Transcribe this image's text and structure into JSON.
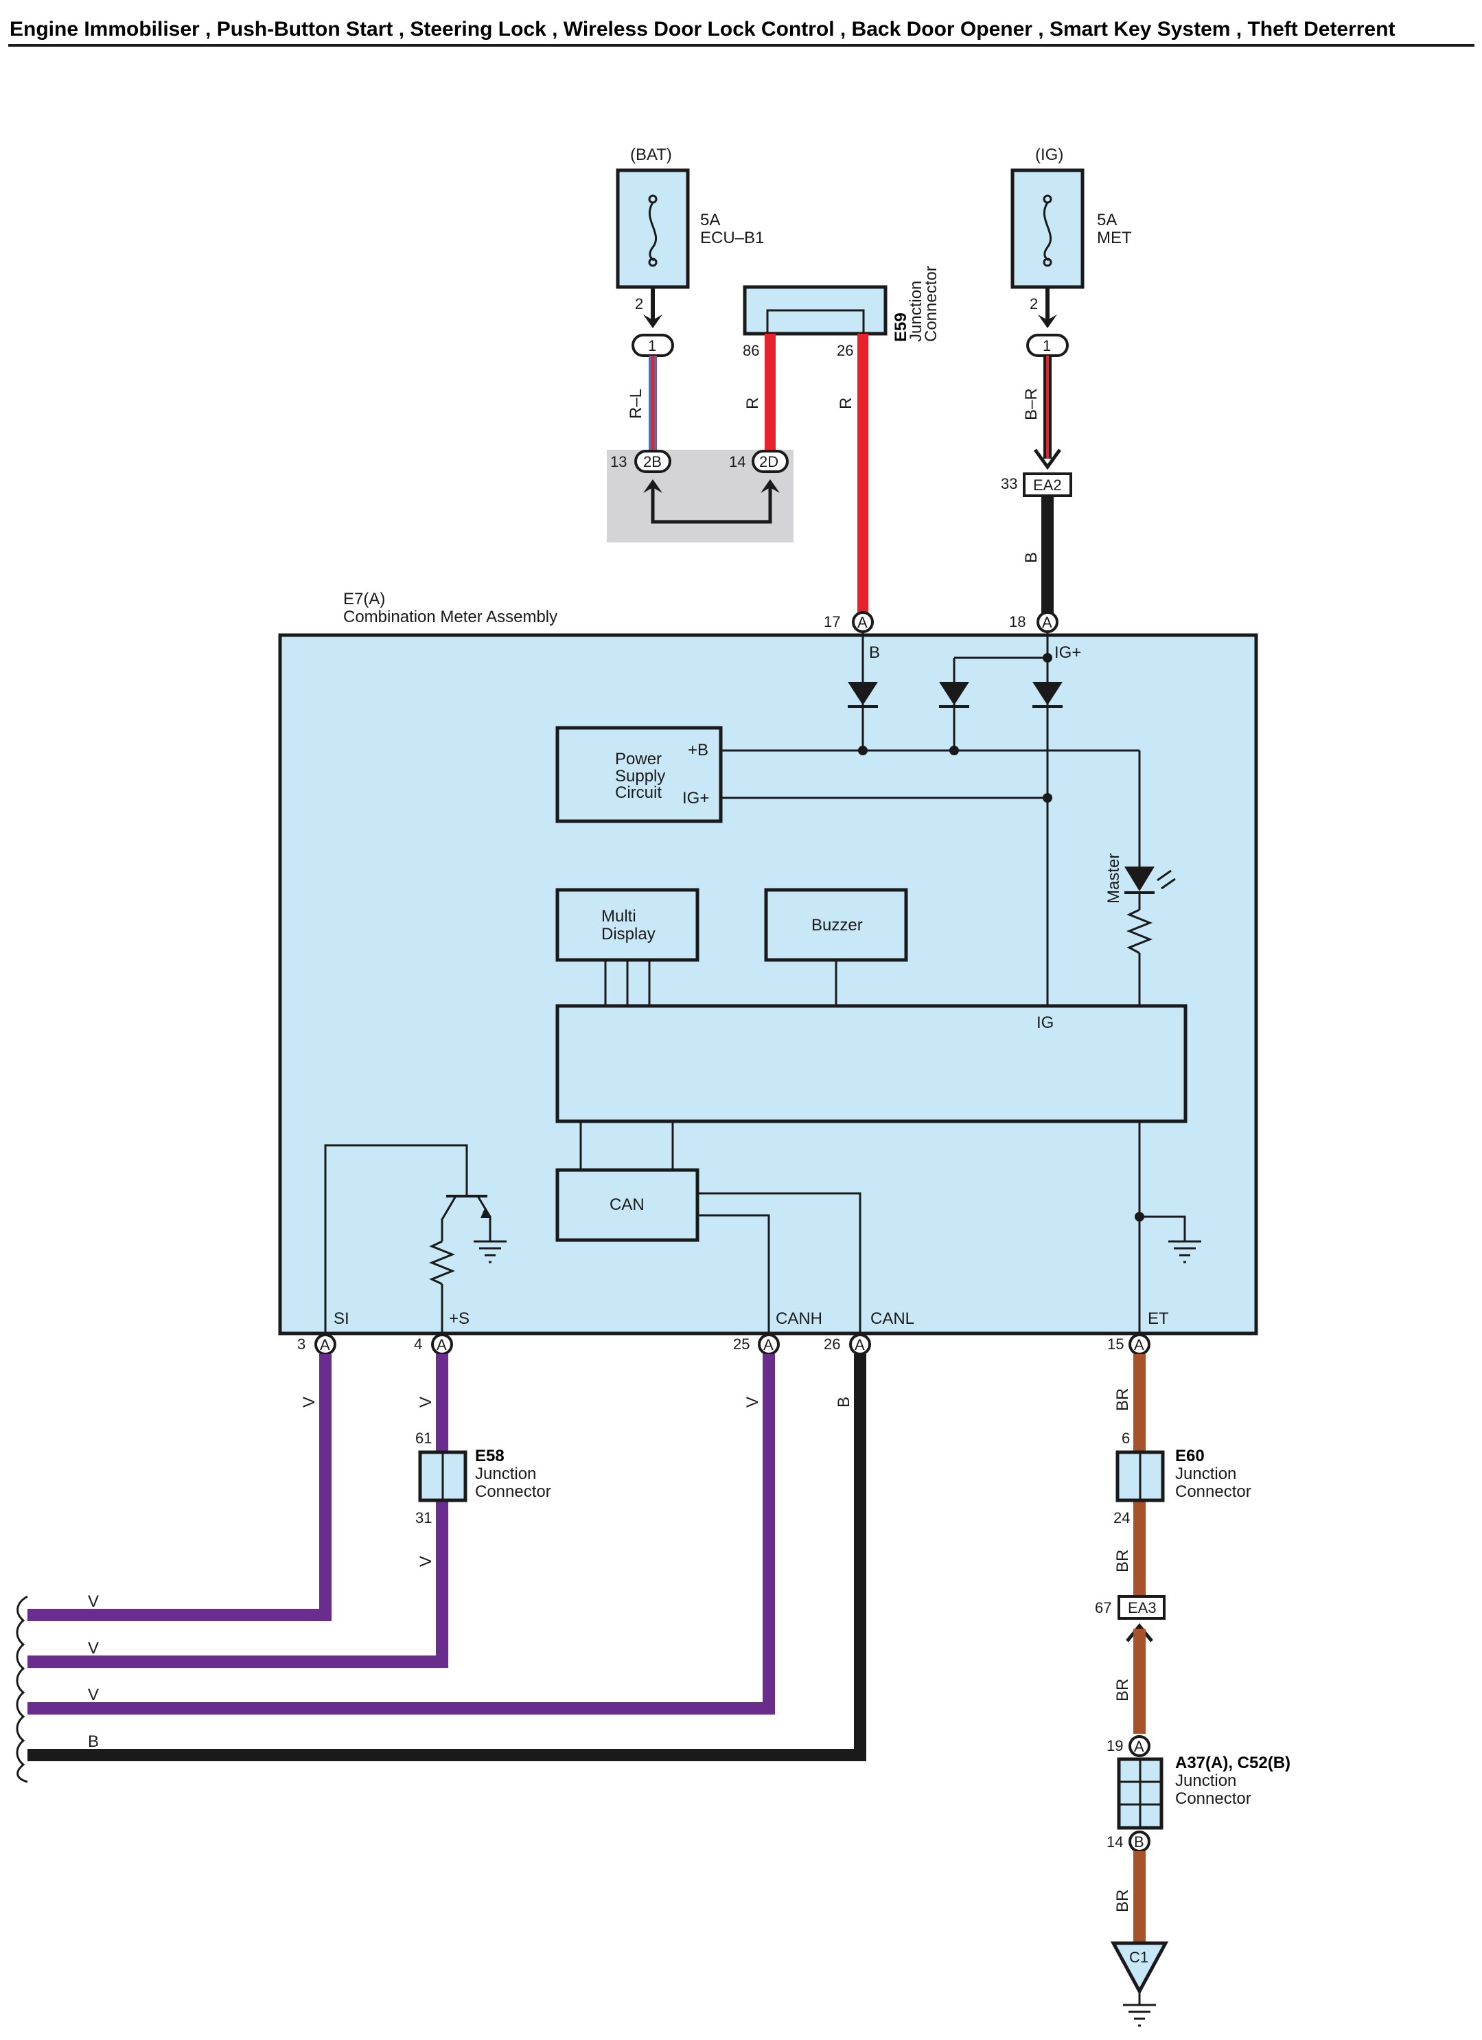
{
  "title": "Engine Immobiliser , Push-Button Start , Steering Lock , Wireless Door Lock Control , Back Door Opener , Smart Key System , Theft Deterrent",
  "colors": {
    "R": "#e8222a",
    "B": "#1a1a1a",
    "V": "#6a2d8e",
    "BR": "#a8522c",
    "L": "#2f7fd0",
    "box_fill": "#c8e8f8",
    "shade": "#d4d4d6"
  },
  "fuses": [
    {
      "source": "(BAT)",
      "rating": "5A",
      "name": "ECU–B1",
      "pin": "2",
      "conn": "1"
    },
    {
      "source": "(IG)",
      "rating": "5A",
      "name": "MET",
      "pin": "2",
      "conn": "1"
    }
  ],
  "wires_top": {
    "rl_label": "R–L",
    "r1_label": "R",
    "r2_label": "R",
    "br_label": "B–R",
    "b_label": "B"
  },
  "e59": {
    "code": "E59",
    "desc1": "Junction",
    "desc2": "Connector",
    "pin_left": "86",
    "pin_right": "26"
  },
  "splice": {
    "pin_a": "13",
    "conn_a": "2B",
    "pin_b": "14",
    "conn_b": "2D"
  },
  "ea2": {
    "pin": "33",
    "code": "EA2"
  },
  "meter": {
    "code": "E7(A)",
    "name": "Combination Meter Assembly",
    "power_supply": [
      "Power",
      "Supply",
      "Circuit"
    ],
    "plus_b": "+B",
    "ig_plus": "IG+",
    "multi_display": [
      "Multi",
      "Display"
    ],
    "buzzer": "Buzzer",
    "ig": "IG",
    "can": "CAN",
    "master": "Master",
    "pin17": {
      "num": "17",
      "conn": "A",
      "name": "B"
    },
    "pin18": {
      "num": "18",
      "conn": "A",
      "name": "IG+"
    },
    "pins_bottom": [
      {
        "num": "3",
        "conn": "A",
        "name": "SI",
        "wire": "V"
      },
      {
        "num": "4",
        "conn": "A",
        "name": "+S",
        "wire": "V"
      },
      {
        "num": "25",
        "conn": "A",
        "name": "CANH",
        "wire": "V"
      },
      {
        "num": "26",
        "conn": "A",
        "name": "CANL",
        "wire": "B"
      },
      {
        "num": "15",
        "conn": "A",
        "name": "ET",
        "wire": "BR"
      }
    ]
  },
  "e58": {
    "code": "E58",
    "desc1": "Junction",
    "desc2": "Connector",
    "pin_top": "61",
    "pin_bottom": "31",
    "wire_below": "V"
  },
  "e60": {
    "code": "E60",
    "desc1": "Junction",
    "desc2": "Connector",
    "pin_top": "6",
    "pin_bottom": "24",
    "wire_below": "BR"
  },
  "ea3": {
    "pin": "67",
    "code": "EA3",
    "wire_below": "BR"
  },
  "a37": {
    "code": "A37(A), C52(B)",
    "desc1": "Junction",
    "desc2": "Connector",
    "pin_top": "19",
    "conn_top": "A",
    "pin_bottom": "14",
    "conn_bottom": "B",
    "wire_below": "BR"
  },
  "ground": {
    "code": "C1"
  },
  "left_wires": [
    "V",
    "V",
    "V",
    "B"
  ]
}
